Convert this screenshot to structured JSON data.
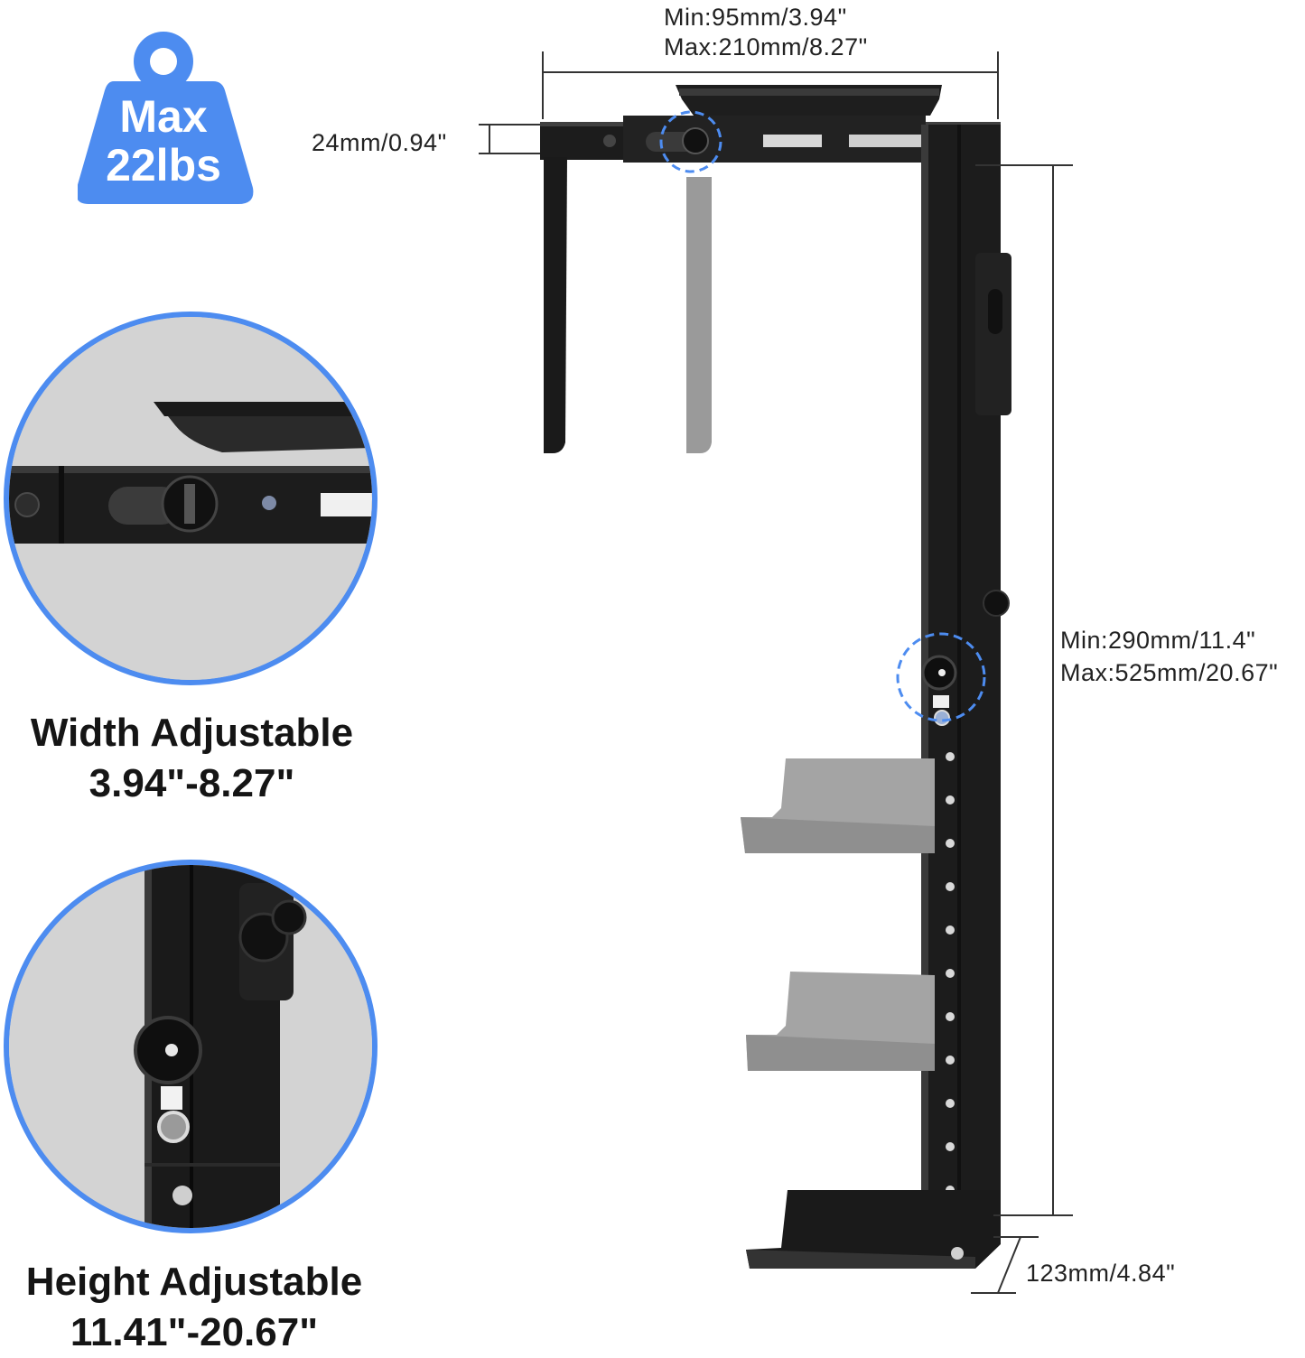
{
  "badge": {
    "line1": "Max",
    "line2": "22lbs",
    "color": "#4d8cf0",
    "icon": "weight-icon"
  },
  "captions": {
    "width_title": "Width Adjustable",
    "width_range": "3.94\"-8.27\"",
    "height_title": "Height Adjustable",
    "height_range": "11.41\"-20.67\""
  },
  "dimensions": {
    "width_min": "Min:95mm/3.94\"",
    "width_max": "Max:210mm/8.27\"",
    "thickness": "24mm/0.94\"",
    "height_min": "Min:290mm/11.4\"",
    "height_max": "Max:525mm/20.67\"",
    "depth": "123mm/4.84\""
  },
  "colors": {
    "accent": "#4d8cf0",
    "metal": "#1c1c1c",
    "ghost": "#9a9a9a"
  }
}
